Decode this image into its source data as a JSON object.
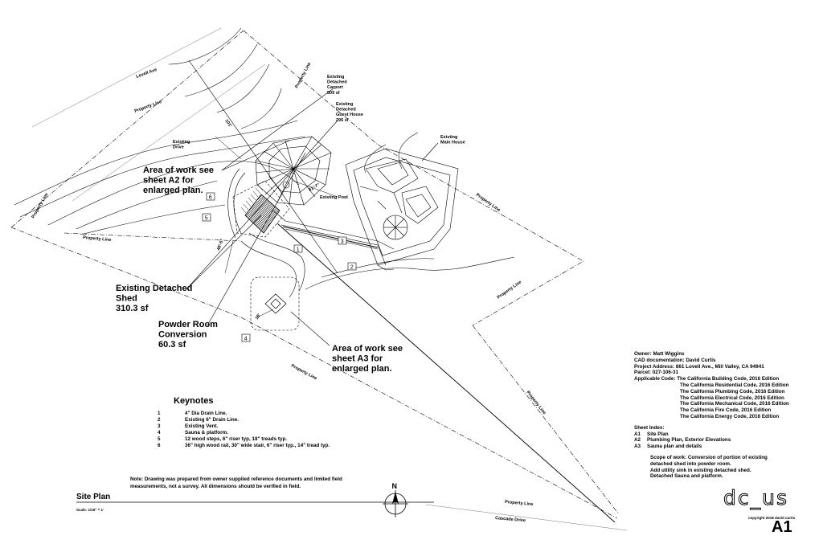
{
  "street_labels": {
    "lovell_ave": "Lovell Ave",
    "cascade_drive": "Cascade Drive"
  },
  "property_line_label": "Property Line",
  "site_labels": {
    "existing_drive": "Existing\nDrive",
    "existing_pool": "Existing Pool",
    "carport": "Existing\nDetached\nCarport\n509 sf",
    "guest_house": "Existing\nDetached\nGuest House\n295 sf",
    "main_house": "Existing\nMain House"
  },
  "dimensions": {
    "d101": "101'",
    "d81_7": "81'-7\"",
    "d49_5": "49'-5\"",
    "d18": "18'"
  },
  "callouts": {
    "area_a2": "Area of work see\nsheet A2 for\nenlarged plan.",
    "shed": "Existing Detached\nShed\n310.3 sf",
    "powder": "Powder Room\nConversion\n60.3 sf",
    "area_a3": "Area of work see\nsheet A3 for\nenlarged plan."
  },
  "keynote_tags": [
    "1",
    "2",
    "3",
    "4",
    "5",
    "6"
  ],
  "north_label": "N",
  "keynotes": {
    "title": "Keynotes",
    "items": [
      {
        "num": "1",
        "text": "4\" Dia  Drain Line."
      },
      {
        "num": "2",
        "text": "Existing 6\" Drain Line."
      },
      {
        "num": "3",
        "text": "Existing Vent."
      },
      {
        "num": "4",
        "text": "Sauna & platform."
      },
      {
        "num": "5",
        "text": "12 wood steps, 6\" riser typ, 18\" treads typ."
      },
      {
        "num": "6",
        "text": "36\" high wood rail, 30\" wide stair, 6\" riser typ., 14\" tread typ."
      }
    ]
  },
  "note": "Note: Drawing was prepared from owner supplied reference documents and limited field measurements, not a survey. All dimensions should be verified in field.",
  "title_block": {
    "title": "Site Plan",
    "scale": "Scale: 1/16\" = 1'"
  },
  "project_info": {
    "owner": "Owner: Matt Wiggins",
    "cad": "CAD documentation: David Curtis",
    "address": "Project Address: 861 Lovell Ave., Mill Valley, CA 94941",
    "parcel": "Parcel: 027-106-31",
    "codes_label": "Applicable Code:",
    "codes": [
      "The California Building Code, 2016 Edition",
      "The California Residential Code, 2016 Edition",
      "The California Plumbing Code, 2016 Edition",
      "The California Electrical Code, 2016 Edition",
      "The California Mechanical Code, 2016 Edition",
      "The California Fire Code, 2016 Edition",
      "The California Energy Code, 2016 Edition"
    ],
    "sheet_index_title": "Sheet Index:",
    "sheets": [
      {
        "code": "A1",
        "name": "Site Plan"
      },
      {
        "code": "A2",
        "name": "Plumbing Plan, Exterior Elevations"
      },
      {
        "code": "A3",
        "name": "Sauna plan and details"
      }
    ],
    "scope": [
      "Scope of work: Conversion of portion of existing",
      "detached shed into powder room.",
      "Add utility sink in existing detached shed.",
      "Detached Sauna and platform."
    ]
  },
  "logo": "dc_us",
  "copyright": "copyright 2018 david curtis",
  "sheet_number": "A1"
}
